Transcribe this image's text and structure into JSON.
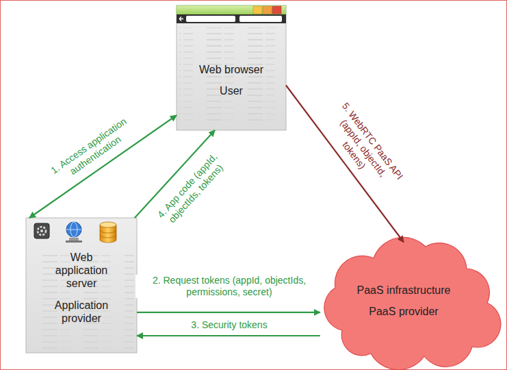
{
  "diagram": {
    "nodes": [
      {
        "text": [
          "Web browser",
          "User"
        ]
      },
      {
        "text": [
          "Web application server",
          "Application provider"
        ]
      },
      {
        "text": [
          "PaaS infrastructure",
          "PaaS provider"
        ]
      }
    ],
    "edges": [
      {
        "from": 0,
        "to": 1,
        "arrow": "both",
        "label": "1. Access application authentication"
      },
      {
        "from": 1,
        "to": 2,
        "arrow": "to",
        "label": "2. Request tokens (appId, objectIds, permissions, secret)"
      },
      {
        "from": 2,
        "to": 1,
        "arrow": "to",
        "label": "3. Security tokens"
      },
      {
        "from": 1,
        "to": 0,
        "arrow": "to",
        "label": "4. App code (appId, objectIds, tokens)"
      },
      {
        "from": 0,
        "to": 2,
        "arrow": "to",
        "label": "5. WebRTC PaaS API (appId, objectId, tokens)"
      }
    ]
  }
}
